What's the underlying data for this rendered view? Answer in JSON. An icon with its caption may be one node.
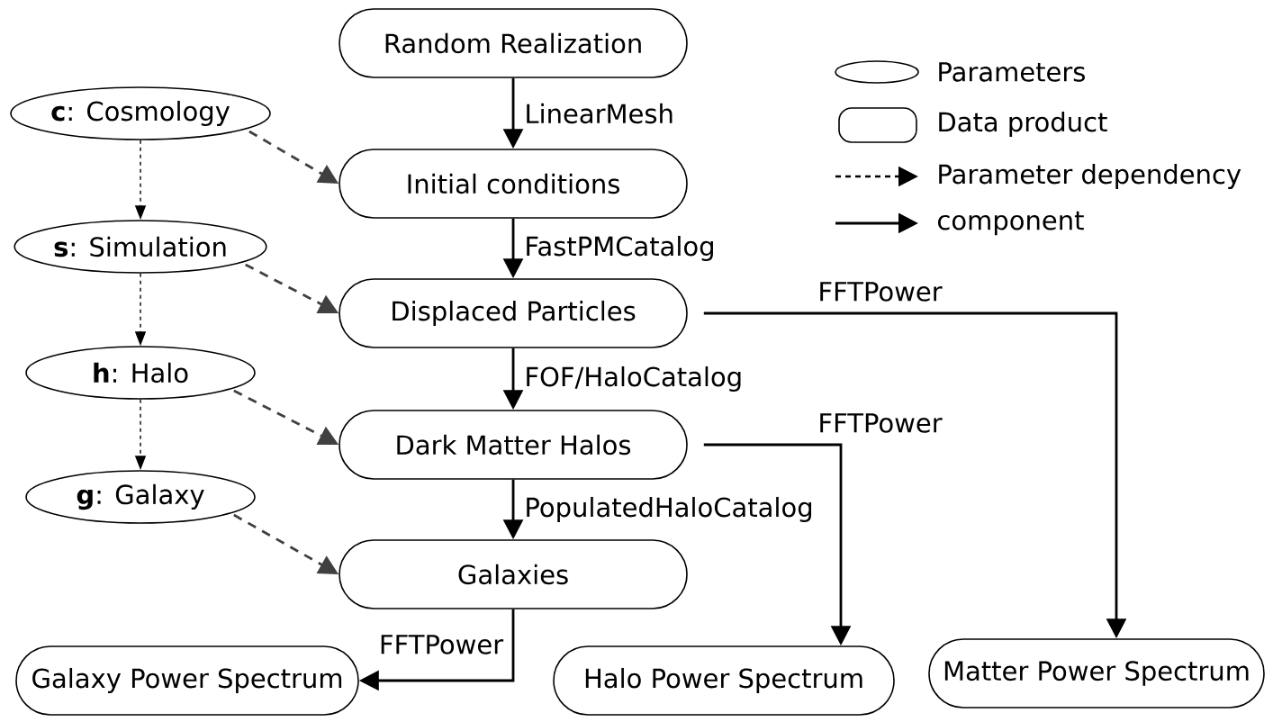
{
  "diagram": {
    "nodes": [
      {
        "text": [
          "Random Realization"
        ]
      },
      {
        "text": [
          "Initial conditions"
        ]
      },
      {
        "text": [
          "Displaced Particles"
        ]
      },
      {
        "text": [
          "Dark Matter Halos"
        ]
      },
      {
        "text": [
          "Galaxies"
        ]
      },
      {
        "text": [
          "Galaxy Power Spectrum"
        ]
      },
      {
        "text": [
          "Halo Power Spectrum"
        ]
      },
      {
        "text": [
          "Matter Power Spectrum"
        ]
      },
      {
        "text": [
          "**c**: Cosmology"
        ]
      },
      {
        "text": [
          "**s**: Simulation"
        ]
      },
      {
        "text": [
          "**h**: Halo"
        ]
      },
      {
        "text": [
          "**g**: Galaxy"
        ]
      }
    ],
    "edges": [
      {
        "from": 0,
        "to": 1,
        "arrow": "to",
        "label": "LinearMesh"
      },
      {
        "from": 1,
        "to": 2,
        "arrow": "to",
        "label": "FastPMCatalog"
      },
      {
        "from": 2,
        "to": 3,
        "arrow": "to",
        "label": "FOF/HaloCatalog"
      },
      {
        "from": 3,
        "to": 4,
        "arrow": "to",
        "label": "PopulatedHaloCatalog"
      },
      {
        "from": 2,
        "to": 7,
        "arrow": "to",
        "label": "FFTPower"
      },
      {
        "from": 3,
        "to": 6,
        "arrow": "to",
        "label": "FFTPower"
      },
      {
        "from": 4,
        "to": 5,
        "arrow": "to",
        "label": "FFTPower"
      },
      {
        "from": 8,
        "to": 1,
        "arrow": "to",
        "style": "dashed",
        "color": "#404040"
      },
      {
        "from": 9,
        "to": 2,
        "arrow": "to",
        "style": "dashed",
        "color": "#404040"
      },
      {
        "from": 10,
        "to": 3,
        "arrow": "to",
        "style": "dashed",
        "color": "#404040"
      },
      {
        "from": 11,
        "to": 4,
        "arrow": "to",
        "style": "dashed",
        "color": "#404040"
      },
      {
        "from": 8,
        "to": 9,
        "arrow": "to",
        "style": "dashed"
      },
      {
        "from": 9,
        "to": 10,
        "arrow": "to",
        "style": "dashed"
      },
      {
        "from": 10,
        "to": 11,
        "arrow": "to",
        "style": "dashed"
      }
    ],
    "legend": [
      {
        "text": "Parameters"
      },
      {
        "text": "Data product"
      },
      {
        "text": "Parameter dependency"
      },
      {
        "text": "component"
      }
    ]
  }
}
